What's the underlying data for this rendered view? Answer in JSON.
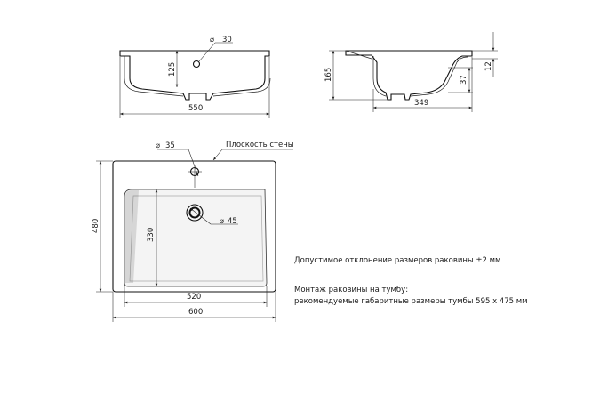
{
  "front_view": {
    "dim_width": "550",
    "dim_height": "125",
    "dim_hole": "30"
  },
  "side_view": {
    "dim_height": "165",
    "dim_depth": "349",
    "dim_a": "37",
    "dim_b": "12"
  },
  "top_view": {
    "dim_hole": "35",
    "wall_label": "Плоскость стены",
    "dim_drain": "45",
    "dim_bowl_depth": "330",
    "dim_bowl_width": "520",
    "dim_overall_width": "600",
    "dim_overall_depth": "480"
  },
  "notes": {
    "tolerance": "Допустимое отклонение размеров раковины ±2 мм",
    "mounting_line1": "Монтаж раковины на тумбу:",
    "mounting_line2": "рекомендуемые габаритные размеры тумбы 595 х 475 мм"
  }
}
